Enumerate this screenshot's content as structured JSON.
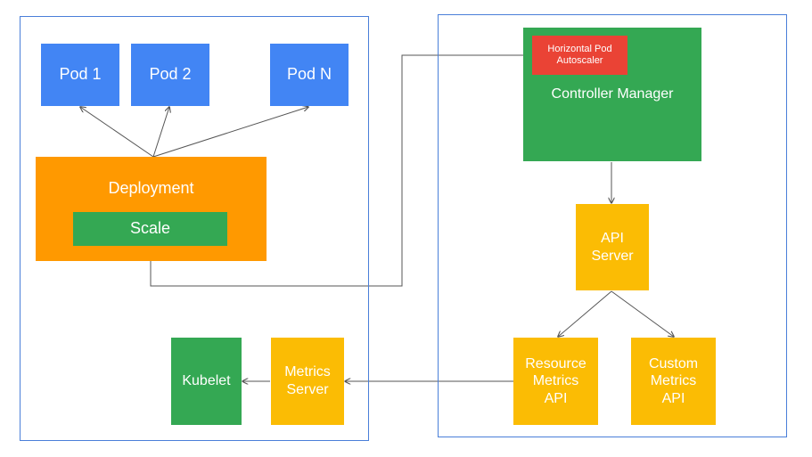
{
  "colors": {
    "frame": "#4a7fd9",
    "pod": "#4285f4",
    "deployment": "#ff9900",
    "green": "#34a853",
    "yellow": "#fbbc04",
    "red": "#ea4335",
    "text": "#ffffff",
    "arrow": "#555555"
  },
  "nodes": {
    "pod1": "Pod 1",
    "pod2": "Pod 2",
    "podN": "Pod N",
    "deployment": "Deployment",
    "scale": "Scale",
    "hpa": "Horizontal Pod\nAutoscaler",
    "controller_manager": "Controller Manager",
    "api_server": "API\nServer",
    "resource_metrics_api": "Resource\nMetrics\nAPI",
    "custom_metrics_api": "Custom\nMetrics\nAPI",
    "metrics_server": "Metrics\nServer",
    "kubelet": "Kubelet"
  }
}
